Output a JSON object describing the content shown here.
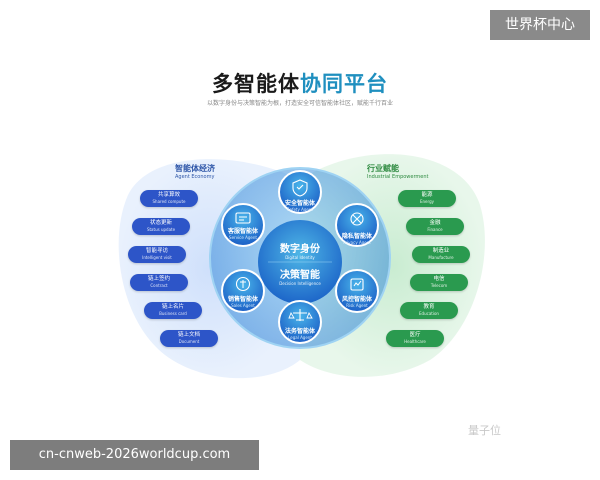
{
  "badge": "世界杯中心",
  "header": {
    "title_main": "多智能体",
    "title_accent": "协同平台",
    "subtitle": "以数字身份与决策智能为根，打造安全可信智能体社区，赋能千行百业"
  },
  "left_section": {
    "title": "智能体经济",
    "subtitle": "Agent Economy"
  },
  "right_section": {
    "title": "行业赋能",
    "subtitle": "Industrial Empowerment"
  },
  "left_items": [
    {
      "cn": "共享算效",
      "en": "Shared compute"
    },
    {
      "cn": "状态更新",
      "en": "Status update"
    },
    {
      "cn": "智能寻访",
      "en": "Intelligent visit"
    },
    {
      "cn": "链上签约",
      "en": "Contract"
    },
    {
      "cn": "链上名片",
      "en": "Business card"
    },
    {
      "cn": "链上文档",
      "en": "Document"
    }
  ],
  "right_items": [
    {
      "cn": "能源",
      "en": "Energy"
    },
    {
      "cn": "金融",
      "en": "Finance"
    },
    {
      "cn": "制造业",
      "en": "Manufacture"
    },
    {
      "cn": "电信",
      "en": "Telecom"
    },
    {
      "cn": "教育",
      "en": "Education"
    },
    {
      "cn": "医疗",
      "en": "Healthcare"
    }
  ],
  "center": {
    "identity_cn": "数字身份",
    "identity_en": "Digital Identity",
    "decision_cn": "决策智能",
    "decision_en": "Decision Intelligence"
  },
  "satellites": [
    {
      "cn": "安全智能体",
      "en": "Safety Agent",
      "icon": "shield-check-icon"
    },
    {
      "cn": "隐私智能体",
      "en": "Privacy Agent",
      "icon": "privacy-icon"
    },
    {
      "cn": "风控智能体",
      "en": "Risk Agent",
      "icon": "risk-control-icon"
    },
    {
      "cn": "法务智能体",
      "en": "Legal Agent",
      "icon": "legal-scale-icon"
    },
    {
      "cn": "销售智能体",
      "en": "Sales Agent",
      "icon": "sales-icon"
    },
    {
      "cn": "客服智能体",
      "en": "Service Agent",
      "icon": "customer-service-icon"
    }
  ],
  "watermark": "量子位",
  "footer_url": "cn-cnweb-2026worldcup.com",
  "colors": {
    "blue_pill": "#2d55c8",
    "green_pill": "#2a9a4f",
    "title_accent": "#1f8fbf"
  }
}
